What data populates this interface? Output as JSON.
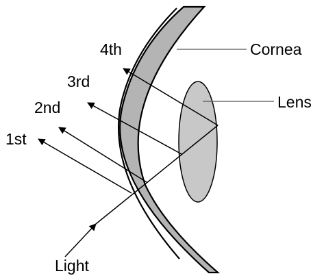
{
  "labels": {
    "cornea": "Cornea",
    "lens": "Lens",
    "light": "Light",
    "reflections": [
      "1st",
      "2nd",
      "3rd",
      "4th"
    ]
  },
  "colors": {
    "cornea_fill": "#b4b4b4",
    "lens_fill": "#c8c8c8",
    "stroke": "#000000",
    "leader": "#555555"
  }
}
